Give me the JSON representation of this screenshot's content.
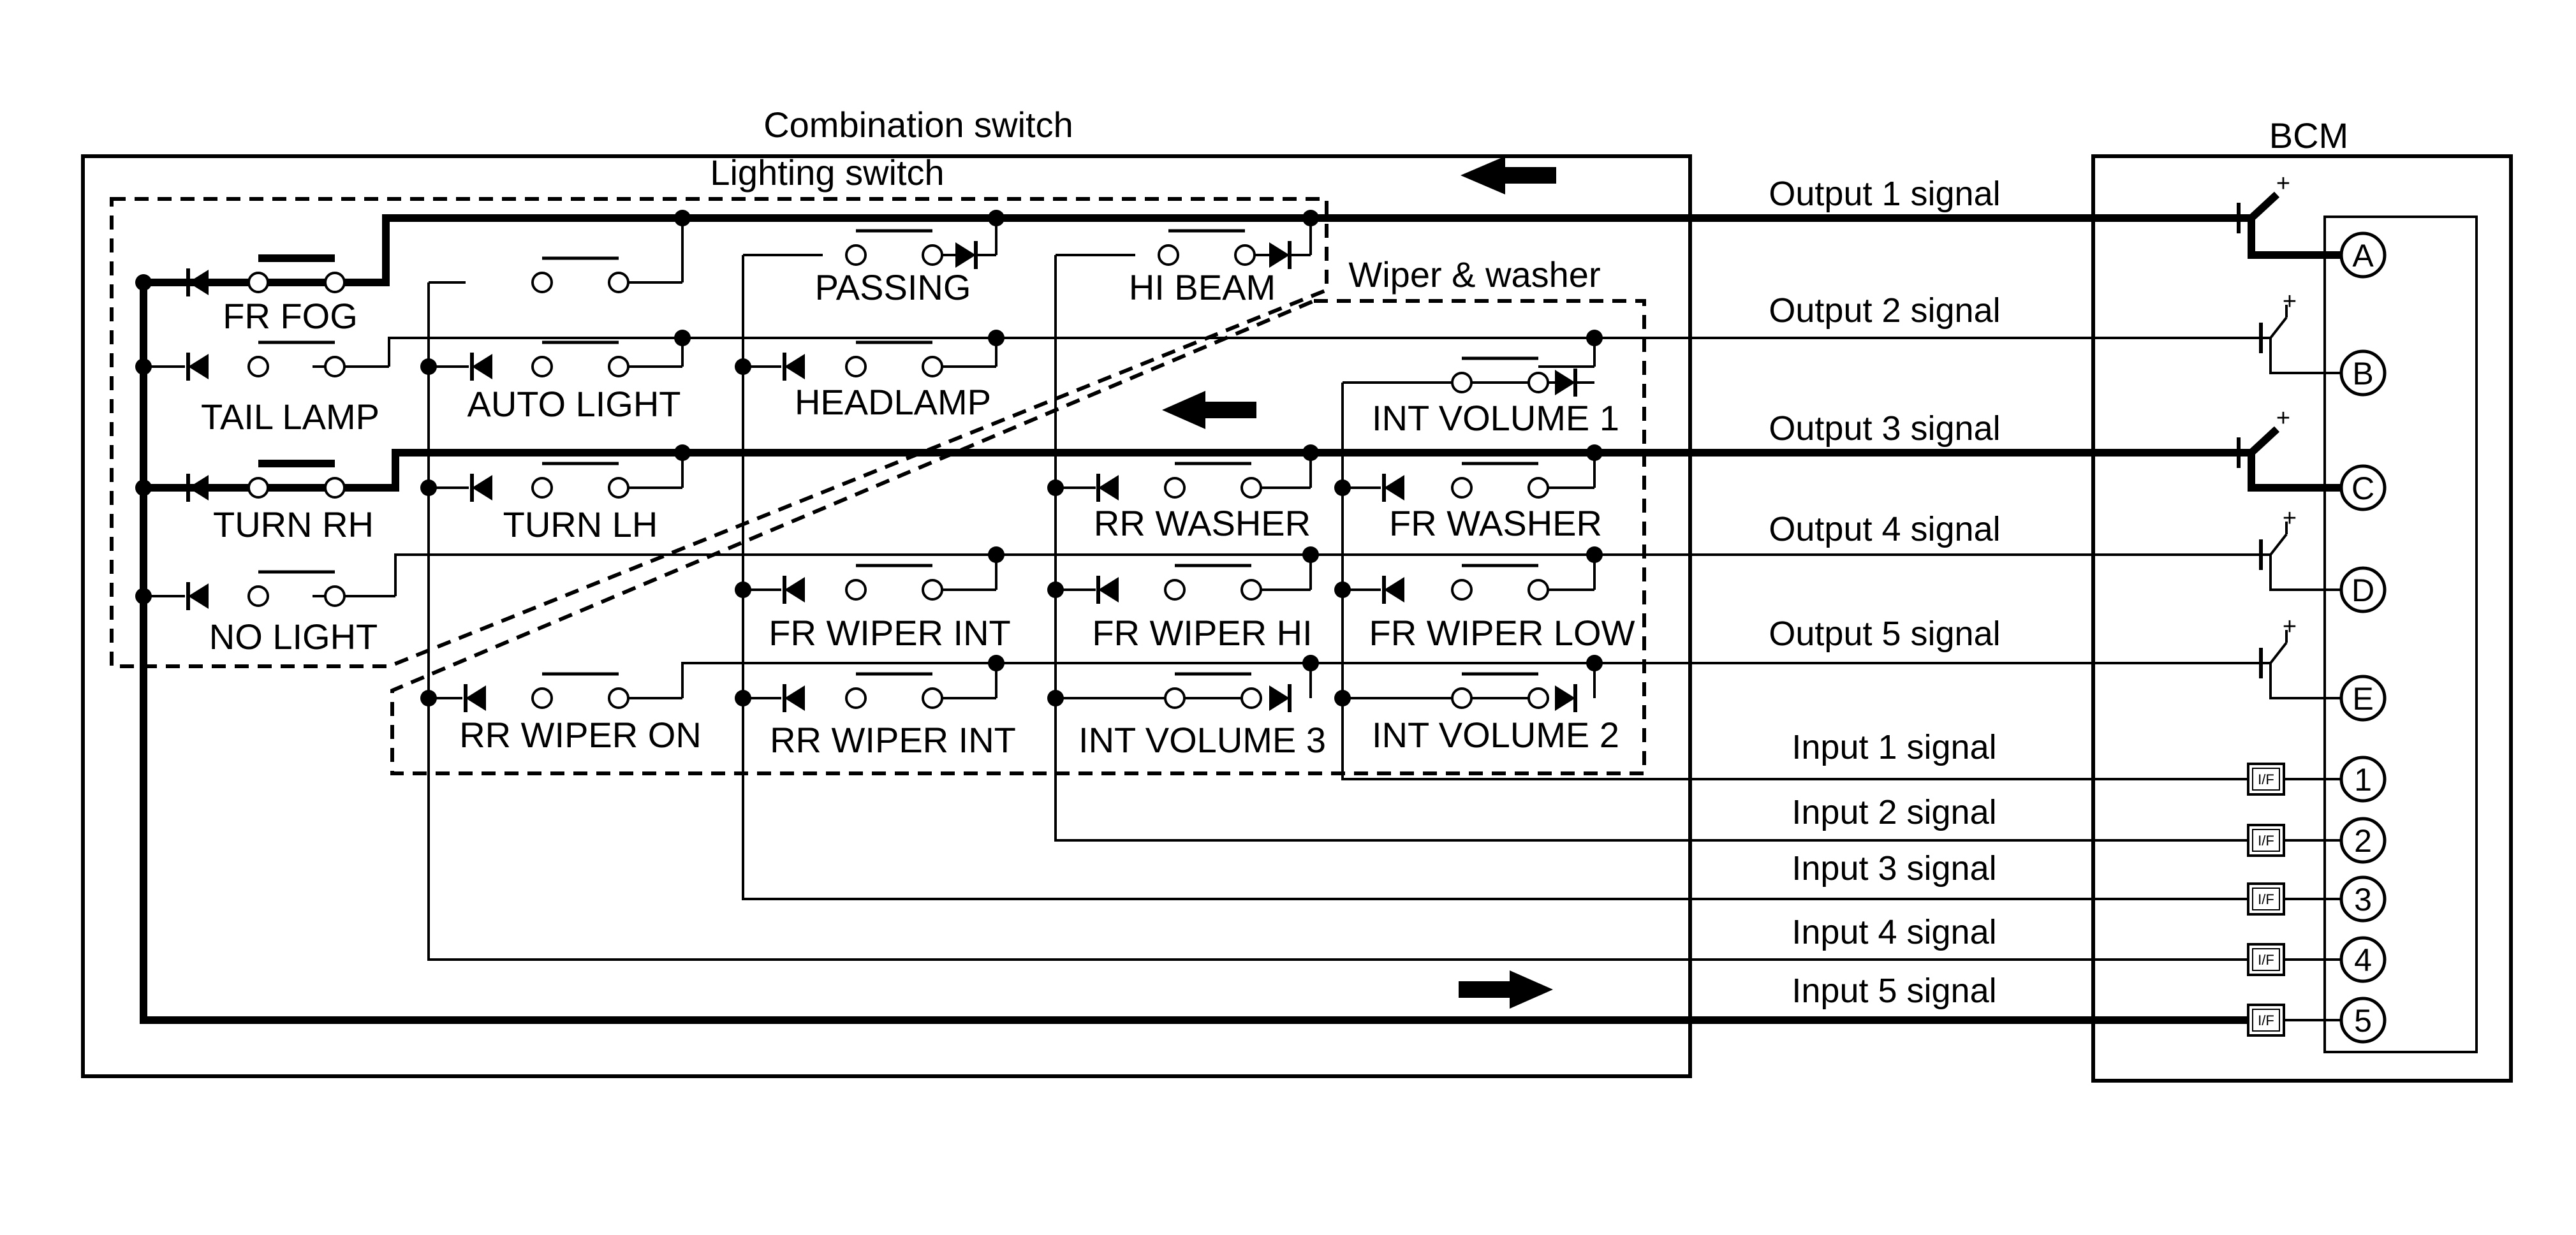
{
  "titles": {
    "combination_switch": "Combination switch",
    "lighting_switch": "Lighting switch",
    "wiper_washer": "Wiper & washer",
    "bcm": "BCM"
  },
  "switches": {
    "fr_fog": "FR FOG",
    "tail_lamp": "TAIL LAMP",
    "turn_rh": "TURN RH",
    "no_light": "NO LIGHT",
    "auto_light": "AUTO LIGHT",
    "turn_lh": "TURN LH",
    "passing": "PASSING",
    "headlamp": "HEADLAMP",
    "hi_beam": "HI BEAM",
    "int_volume_1": "INT VOLUME 1",
    "rr_washer": "RR WASHER",
    "fr_washer": "FR WASHER",
    "fr_wiper_int": "FR WIPER INT",
    "fr_wiper_hi": "FR WIPER HI",
    "fr_wiper_low": "FR WIPER LOW",
    "rr_wiper_on": "RR WIPER ON",
    "rr_wiper_int": "RR WIPER INT",
    "int_volume_3": "INT VOLUME 3",
    "int_volume_2": "INT VOLUME 2"
  },
  "signals": {
    "output_1": "Output 1 signal",
    "output_2": "Output 2 signal",
    "output_3": "Output 3 signal",
    "output_4": "Output 4 signal",
    "output_5": "Output 5 signal",
    "input_1": "Input 1 signal",
    "input_2": "Input 2 signal",
    "input_3": "Input 3 signal",
    "input_4": "Input 4 signal",
    "input_5": "Input 5 signal"
  },
  "pins": {
    "a": "A",
    "b": "B",
    "c": "C",
    "d": "D",
    "e": "E",
    "p1": "1",
    "p2": "2",
    "p3": "3",
    "p4": "4",
    "p5": "5"
  },
  "misc": {
    "if_label": "I/F",
    "plus": "+"
  }
}
